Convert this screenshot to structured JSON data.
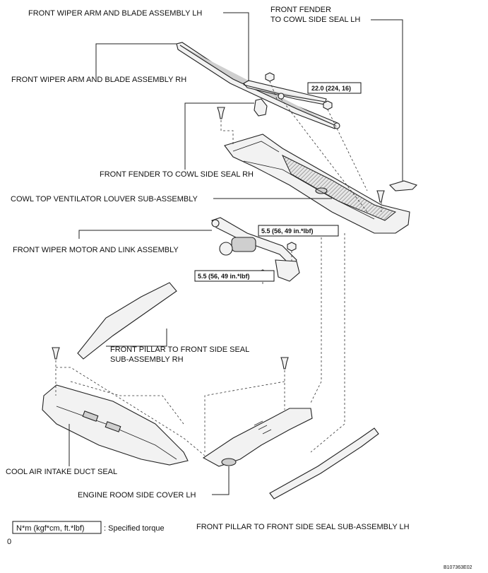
{
  "labels": {
    "wiper_lh": "FRONT WIPER ARM AND BLADE ASSEMBLY LH",
    "fender_lh_line1": "FRONT FENDER",
    "fender_lh_line2": "TO COWL SIDE SEAL LH",
    "wiper_rh": "FRONT WIPER ARM AND BLADE ASSEMBLY RH",
    "fender_rh": "FRONT FENDER TO COWL SIDE SEAL RH",
    "cowl_louver": "COWL TOP VENTILATOR LOUVER SUB-ASSEMBLY",
    "wiper_motor": "FRONT WIPER MOTOR AND LINK ASSEMBLY",
    "pillar_rh_line1": "FRONT PILLAR TO FRONT SIDE SEAL",
    "pillar_rh_line2": "SUB-ASSEMBLY RH",
    "cool_air_duct": "COOL AIR INTAKE DUCT SEAL",
    "engine_cover": "ENGINE ROOM SIDE COVER LH",
    "pillar_lh": "FRONT PILLAR TO FRONT SIDE SEAL SUB-ASSEMBLY LH"
  },
  "torques": {
    "wiper_nut": "22.0 (224, 16)",
    "motor_bolt_upper": "5.5 (56, 49 in.*lbf)",
    "motor_bolt_lower": "5.5 (56, 49 in.*lbf)"
  },
  "legend": {
    "unit": "N*m (kgf*cm, ft.*lbf)",
    "text": ": Specified torque"
  },
  "footnote_left": "0",
  "reference_code": "B107363E02"
}
